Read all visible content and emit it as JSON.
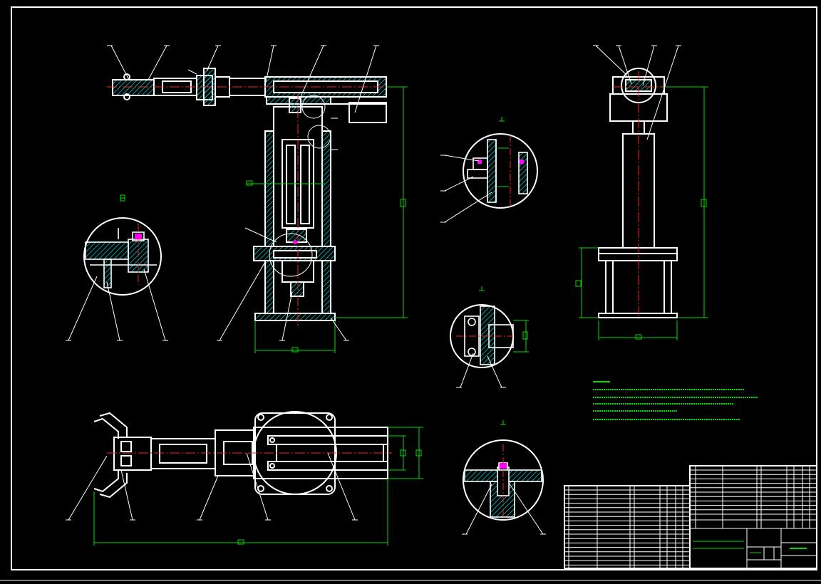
{
  "colors": {
    "background": "#000000",
    "outline": "#ffffff",
    "hatch": "#00c8c8",
    "dimension": "#00dc00",
    "centerline": "#ff2020",
    "highlight": "#ff00ff",
    "leader": "#ffffff"
  },
  "views": {
    "front": "front-elevation-view",
    "side": "side-elevation-view",
    "top": "top-plan-view"
  },
  "details": [
    {
      "name": "detail-wrist-joint",
      "tag": "detail-marker-icon"
    },
    {
      "name": "detail-column-bushing",
      "tag": "detail-marker-icon"
    },
    {
      "name": "detail-bearing-seat",
      "tag": "detail-marker-icon"
    },
    {
      "name": "detail-base-pin",
      "tag": "detail-marker-icon"
    }
  ],
  "notes": {
    "header_icon": "text-block-icon",
    "line_count": 7
  },
  "title_block": {
    "table_icon": "table-grid-icon"
  }
}
